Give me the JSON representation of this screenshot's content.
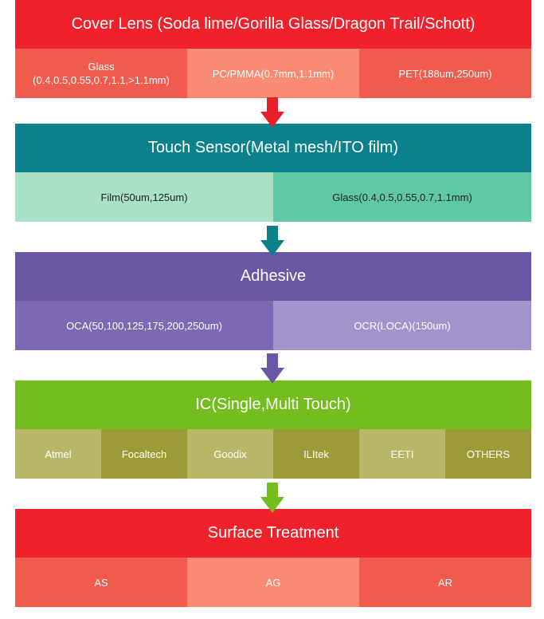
{
  "sections": [
    {
      "title": "Cover Lens (Soda lime/Gorilla Glass/Dragon Trail/Schott)",
      "header_color": "#f0212a",
      "cells": [
        {
          "lines": [
            "Glass",
            "(0.4,0.5,0.55,0.7,1.1,>1.1mm)"
          ],
          "bg": "#f05b4e",
          "fg": "#ffffff"
        },
        {
          "lines": [
            "PC/PMMA(0.7mm,1.1mm)"
          ],
          "bg": "#f88b72",
          "fg": "#ffffff"
        },
        {
          "lines": [
            "PET(188um,250um)"
          ],
          "bg": "#f05b4e",
          "fg": "#ffffff"
        }
      ]
    },
    {
      "title": "Touch Sensor(Metal mesh/ITO film)",
      "header_color": "#0b818c",
      "cells": [
        {
          "lines": [
            "Film(50um,125um)"
          ],
          "bg": "#a9e1c6",
          "fg": "#222222"
        },
        {
          "lines": [
            "Glass(0.4,0.5,0.55,0.7,1.1mm)"
          ],
          "bg": "#5ec9a4",
          "fg": "#222222"
        }
      ]
    },
    {
      "title": "Adhesive",
      "header_color": "#6a57a5",
      "cells": [
        {
          "lines": [
            "OCA(50,100,125,175,200,250um)"
          ],
          "bg": "#7c68b3",
          "fg": "#ffffff"
        },
        {
          "lines": [
            "OCR(LOCA)(150um)"
          ],
          "bg": "#a293cb",
          "fg": "#ffffff"
        }
      ]
    },
    {
      "title": "IC(Single,Multi Touch)",
      "header_color": "#73be1e",
      "cells": [
        {
          "lines": [
            "Atmel"
          ],
          "bg": "#b8b768",
          "fg": "#ffffff"
        },
        {
          "lines": [
            "Focaltech"
          ],
          "bg": "#9c9b38",
          "fg": "#ffffff"
        },
        {
          "lines": [
            "Goodix"
          ],
          "bg": "#b8b768",
          "fg": "#ffffff"
        },
        {
          "lines": [
            "ILItek"
          ],
          "bg": "#9c9b38",
          "fg": "#ffffff"
        },
        {
          "lines": [
            "EETI"
          ],
          "bg": "#b8b768",
          "fg": "#ffffff"
        },
        {
          "lines": [
            "OTHERS"
          ],
          "bg": "#9c9b38",
          "fg": "#ffffff"
        }
      ]
    },
    {
      "title": "Surface Treatment",
      "header_color": "#f0212a",
      "cells": [
        {
          "lines": [
            "AS"
          ],
          "bg": "#f05b4e",
          "fg": "#ffffff"
        },
        {
          "lines": [
            "AG"
          ],
          "bg": "#f88b72",
          "fg": "#ffffff"
        },
        {
          "lines": [
            "AR"
          ],
          "bg": "#f05b4e",
          "fg": "#ffffff"
        }
      ]
    }
  ],
  "arrows": [
    {
      "color": "#e8202a"
    },
    {
      "color": "#0b818c"
    },
    {
      "color": "#6a57a5"
    },
    {
      "color": "#73be1e"
    }
  ]
}
